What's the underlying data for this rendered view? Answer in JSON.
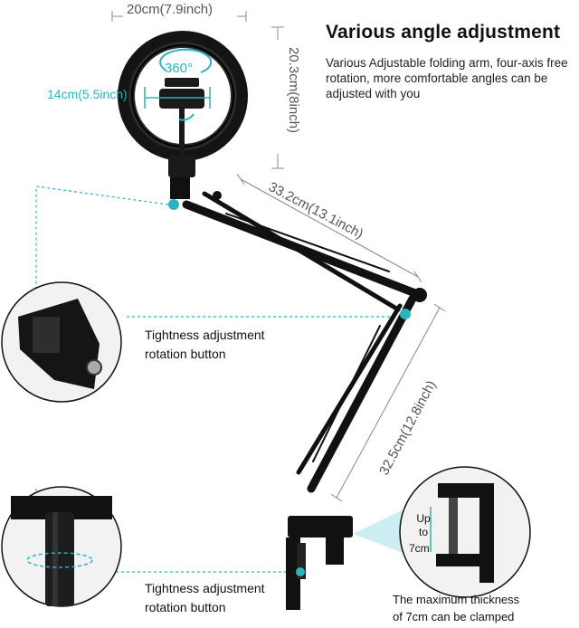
{
  "heading": {
    "title": "Various angle adjustment",
    "description": "Various Adjustable folding arm, four-axis free rotation, more comfortable angles can be adjusted with you"
  },
  "dimensions": {
    "ring_width": "20cm(7.9inch)",
    "ring_height": "20.3cm(8inch)",
    "phone_holder": "14cm(5.5inch)",
    "rotation": "360°",
    "upper_arm": "33.2cm(13.1inch)",
    "lower_arm": "32.5cm(12.8inch)"
  },
  "callouts": {
    "top_line1": "Tightness adjustment",
    "top_line2": "rotation button",
    "bottom_line1": "Tightness adjustment",
    "bottom_line2": "rotation button",
    "clamp_up": "Up",
    "clamp_to": "to",
    "clamp_size": "7cm",
    "clamp_caption_line1": "The maximum thickness",
    "clamp_caption_line2": "of 7cm can be clamped"
  },
  "colors": {
    "accent": "#2bb3c0",
    "product": "#111111"
  }
}
